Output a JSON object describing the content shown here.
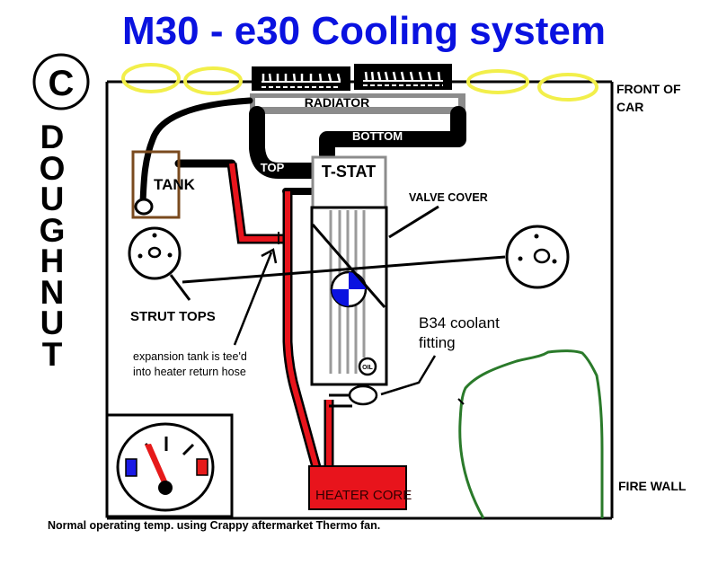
{
  "title": "M30 - e30 Cooling system",
  "side_badge": {
    "letter": "C",
    "word_letters": [
      "D",
      "O",
      "U",
      "G",
      "H",
      "N",
      "U",
      "T"
    ],
    "word": "DOUGHNUT"
  },
  "labels": {
    "radiator": "RADIATOR",
    "bottom_hose": "BOTTOM",
    "top_hose": "TOP",
    "tstat": "T-STAT",
    "tank": "TANK",
    "valve_cover": "VALVE COVER",
    "strut_tops": "STRUT TOPS",
    "front_of_car_line1": "FRONT OF",
    "front_of_car_line2": "CAR",
    "b34_line1": "B34 coolant",
    "b34_line2": "fitting",
    "expansion_line1": "expansion tank is tee'd",
    "expansion_line2": "into heater return hose",
    "oil": "OIL",
    "heater_core": "HEATER CORE",
    "fire_wall": "FIRE WALL"
  },
  "caption": "Normal operating temp. using Crappy aftermarket Thermo fan.",
  "gauge": {
    "reading": "normal operating temp",
    "needle_position": "just above cold",
    "cold_color": "#1a1ae6",
    "hot_color": "#e61a1a"
  },
  "colors": {
    "title": "#0a12e0",
    "heater_hose": "#e8141c",
    "hose": "#000000",
    "tank_outline": "#7a4a1e",
    "radiator_frame": "#8c8c8c",
    "highlight_ellipse": "#f2ef4a",
    "firewall_outline": "#2a7a2a",
    "bmw_blue": "#0a12e0"
  }
}
